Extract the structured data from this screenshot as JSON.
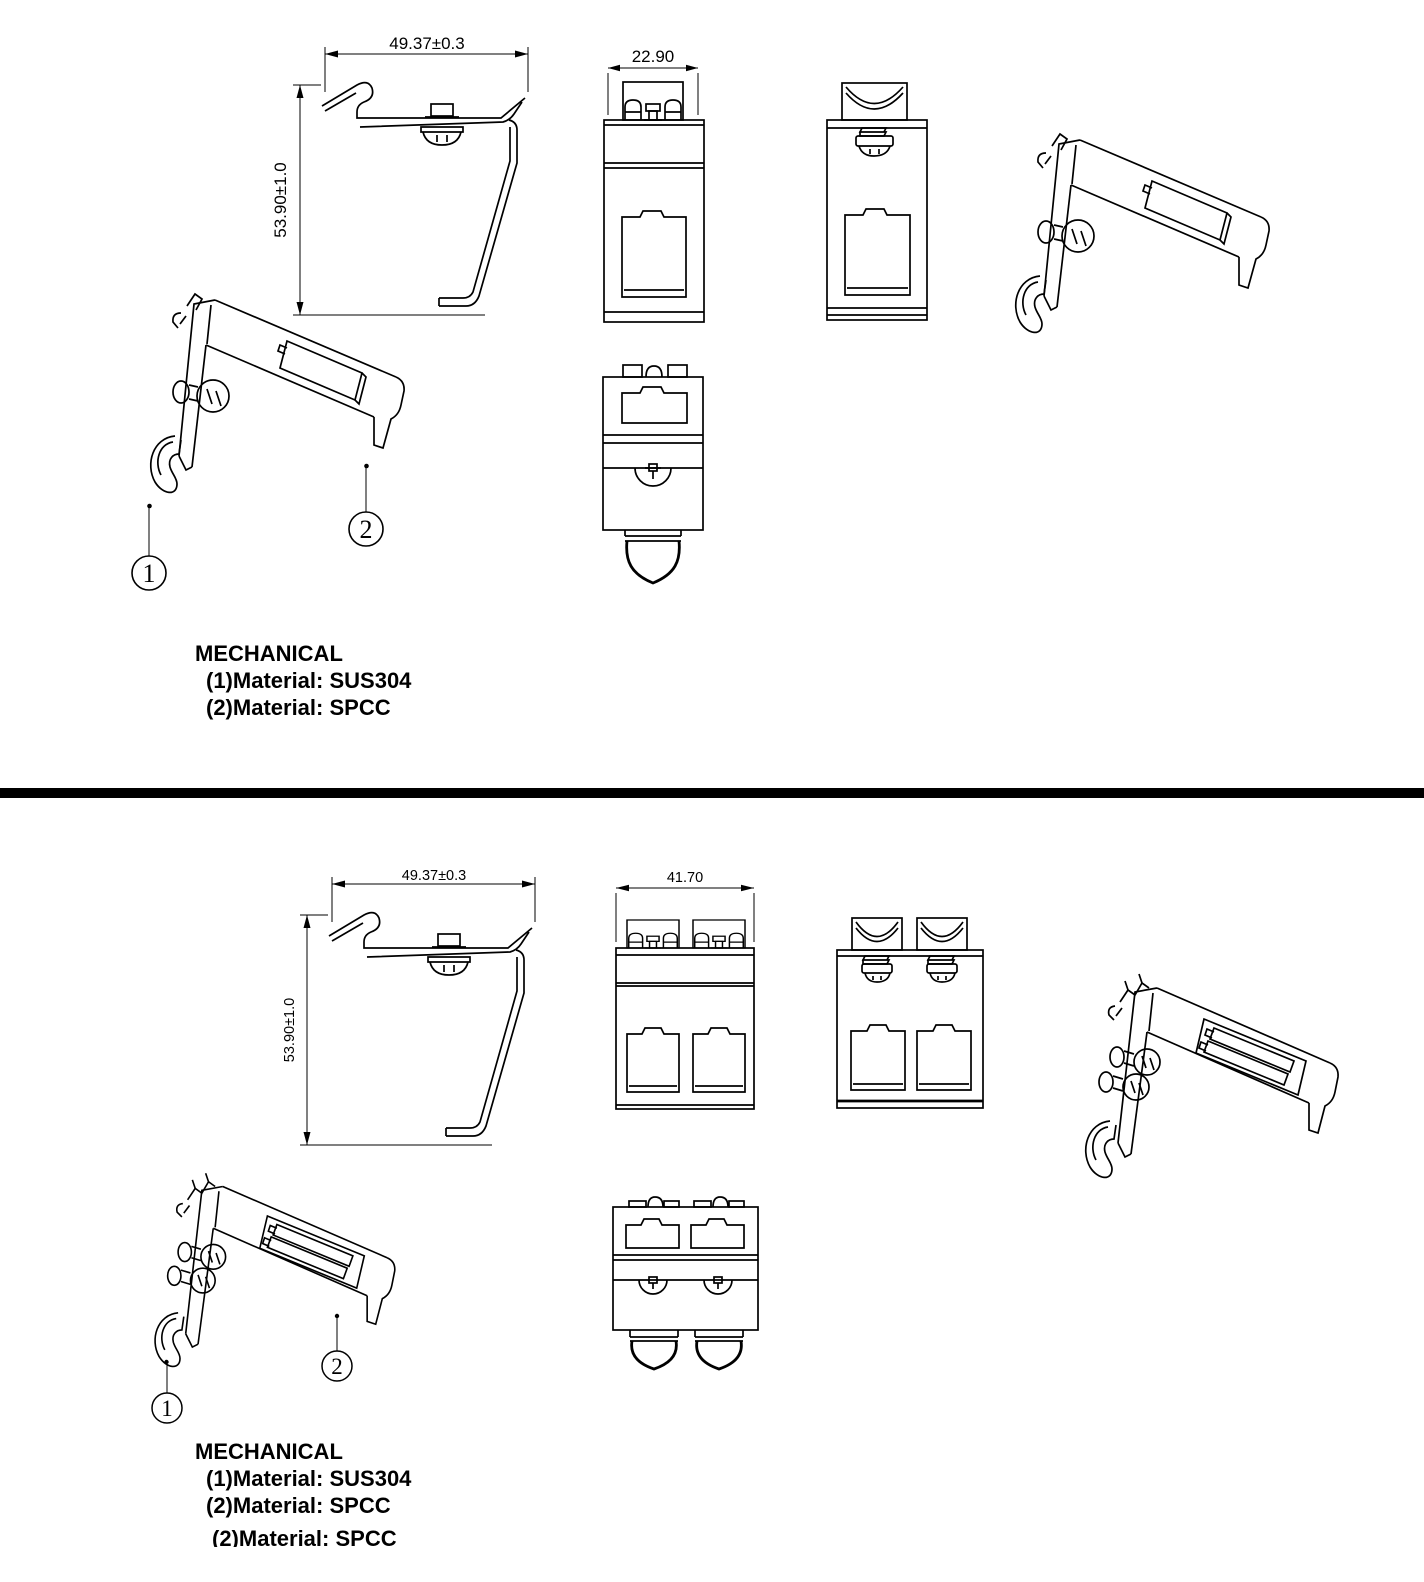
{
  "drawing": {
    "background": "#ffffff",
    "line_color": "#000000",
    "top": {
      "dim_width": "49.37±0.3",
      "dim_height": "53.90±1.0",
      "dim_front_width": "22.90",
      "callout_1": "1",
      "callout_2": "2",
      "notes_title": "MECHANICAL",
      "note_1": "(1)Material: SUS304",
      "note_2": "(2)Material: SPCC"
    },
    "bottom": {
      "dim_width": "49.37±0.3",
      "dim_height": "53.90±1.0",
      "dim_front_width": "41.70",
      "callout_1": "1",
      "callout_2": "2",
      "notes_title": "MECHANICAL",
      "note_1": "(1)Material: SUS304",
      "note_2": "(2)Material: SPCC",
      "note_3": "(2)Material: SPCC"
    }
  }
}
